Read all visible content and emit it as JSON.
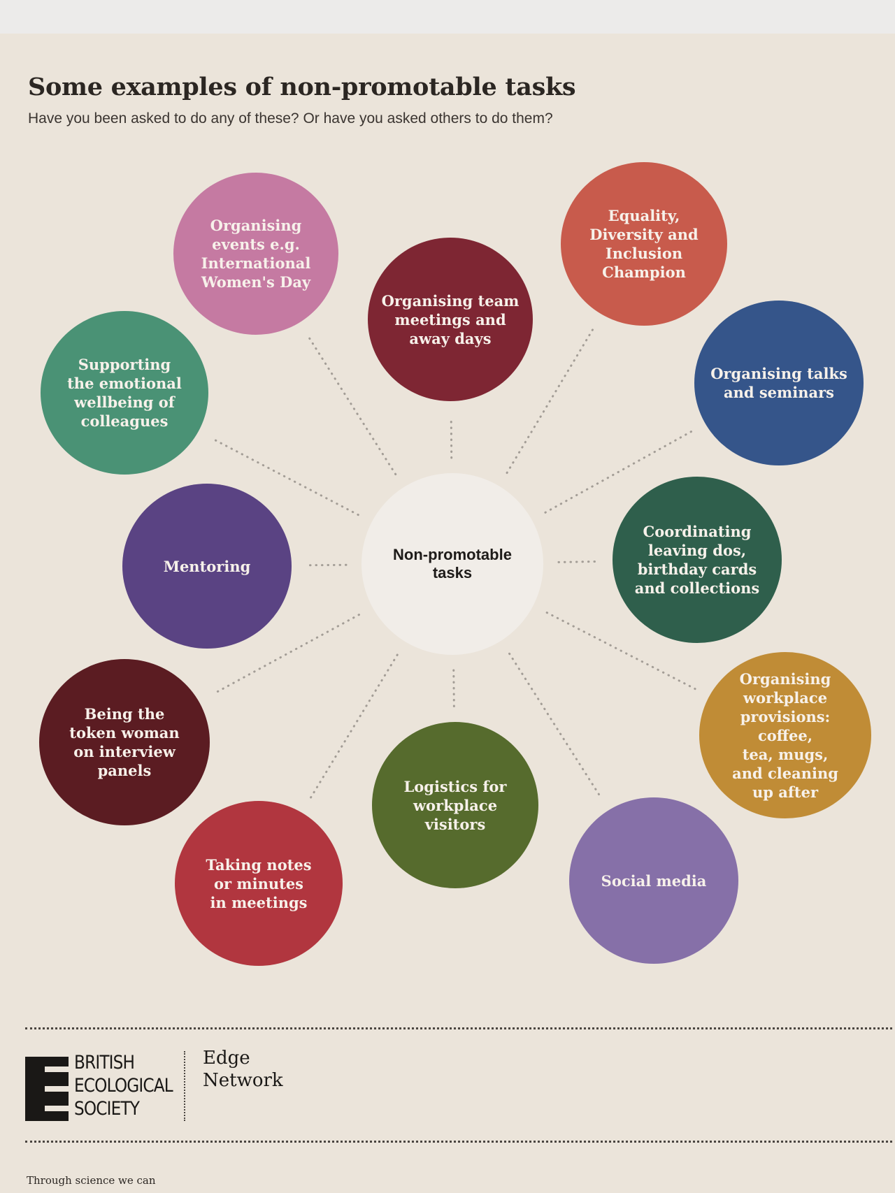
{
  "header": {
    "title": "Some examples of non-promotable tasks",
    "subtitle": "Have you been asked to do any of these? Or have you asked others to do them?"
  },
  "diagram": {
    "center": {
      "label": "Non-promotable\ntasks",
      "color": "#f1ede8"
    },
    "tasks": [
      {
        "label": "Organising\nevents e.g.\nInternational\nWomen's Day",
        "color": "#c57aa2"
      },
      {
        "label": "Organising team\nmeetings and\naway days",
        "color": "#7e2633"
      },
      {
        "label": "Equality,\nDiversity and\nInclusion\nChampion",
        "color": "#c85b4c"
      },
      {
        "label": "Supporting\nthe emotional\nwellbeing of\ncolleagues",
        "color": "#4a9275"
      },
      {
        "label": "Organising talks\nand seminars",
        "color": "#35558a"
      },
      {
        "label": "Mentoring",
        "color": "#5a4383"
      },
      {
        "label": "Coordinating\nleaving dos,\nbirthday cards\nand collections",
        "color": "#2f5f4c"
      },
      {
        "label": "Being the\ntoken woman\non interview\npanels",
        "color": "#5b1c22"
      },
      {
        "label": "Organising\nworkplace\nprovisions: coffee,\ntea, mugs,\nand cleaning\nup after",
        "color": "#c08c36"
      },
      {
        "label": "Logistics for\nworkplace\nvisitors",
        "color": "#566b2d"
      },
      {
        "label": "Taking notes\nor minutes\nin meetings",
        "color": "#b1363f"
      },
      {
        "label": "Social media",
        "color": "#8670a8"
      }
    ]
  },
  "footer": {
    "logo_text": "BRITISH\nECOLOGICAL\nSOCIETY",
    "network": "Edge\nNetwork",
    "tagline": "Through science we can"
  }
}
